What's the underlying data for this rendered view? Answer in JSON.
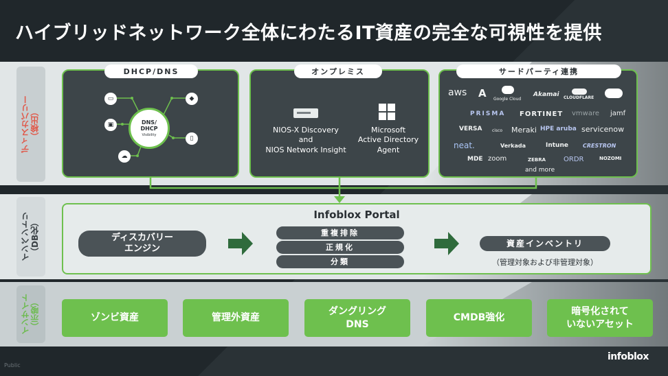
{
  "title": "ハイブリッドネットワーク全体にわたるIT資産の完全な可視性を提供",
  "sections": {
    "discovery": "ディスカバリー\n（検出）",
    "inventory": "インベントリ\n（DB化）",
    "insight": "インサイト\n（示唆）"
  },
  "dhcp": {
    "label": "DHCP/DNS",
    "hub_title": "DNS/\nDHCP",
    "hub_sub": "Visibility"
  },
  "onprem": {
    "label": "オンプレミス",
    "item1": "NIOS-X Discovery\nand\nNIOS Network Insight",
    "item2": "Microsoft\nActive Directory\nAgent"
  },
  "third_party": {
    "label": "サードパーティ連携",
    "vendors": [
      "aws",
      "A",
      "Google Cloud",
      "Akamai",
      "CLOUDFLARE",
      "PRISMA",
      "FORTINET",
      "vmware",
      "jamf",
      "VERSA",
      "cisco",
      "Meraki",
      "HPE aruba",
      "servicenow",
      "neat.",
      "Verkada",
      "Intune",
      "CRESTRON",
      "MDE",
      "zoom",
      "ZEBRA",
      "ORDR",
      "NOZOMI"
    ],
    "more": "and more"
  },
  "portal": {
    "title": "Infoblox Portal",
    "engine": "ディスカバリー\nエンジン",
    "steps": [
      "重複排除",
      "正規化",
      "分類"
    ],
    "asset": "資産インベントリ",
    "asset_note": "（管理対象および非管理対象）"
  },
  "insights": [
    "ゾンビ資産",
    "管理外資産",
    "ダングリング\nDNS",
    "CMDB強化",
    "暗号化されて\nいないアセット"
  ],
  "footer": {
    "classification": "Public",
    "logo": "infoblox"
  },
  "colors": {
    "accent_green": "#6ec04e",
    "discovery_label": "#e0594a",
    "dark_box": "#3d4549"
  }
}
